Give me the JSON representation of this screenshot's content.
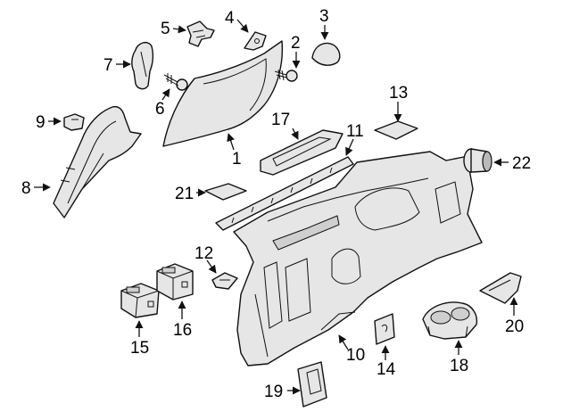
{
  "diagram": {
    "callouts": [
      {
        "id": "1",
        "text": "1"
      },
      {
        "id": "2",
        "text": "2"
      },
      {
        "id": "3",
        "text": "3"
      },
      {
        "id": "4",
        "text": "4"
      },
      {
        "id": "5",
        "text": "5"
      },
      {
        "id": "6",
        "text": "6"
      },
      {
        "id": "7",
        "text": "7"
      },
      {
        "id": "8",
        "text": "8"
      },
      {
        "id": "9",
        "text": "9"
      },
      {
        "id": "10",
        "text": "10"
      },
      {
        "id": "11",
        "text": "11"
      },
      {
        "id": "12",
        "text": "12"
      },
      {
        "id": "13",
        "text": "13"
      },
      {
        "id": "14",
        "text": "14"
      },
      {
        "id": "15",
        "text": "15"
      },
      {
        "id": "16",
        "text": "16"
      },
      {
        "id": "17",
        "text": "17"
      },
      {
        "id": "18",
        "text": "18"
      },
      {
        "id": "19",
        "text": "19"
      },
      {
        "id": "20",
        "text": "20"
      },
      {
        "id": "21",
        "text": "21"
      },
      {
        "id": "22",
        "text": "22"
      }
    ],
    "colors": {
      "line": "#111111",
      "part_fill": "#e6e6e6",
      "background": "#ffffff"
    }
  }
}
